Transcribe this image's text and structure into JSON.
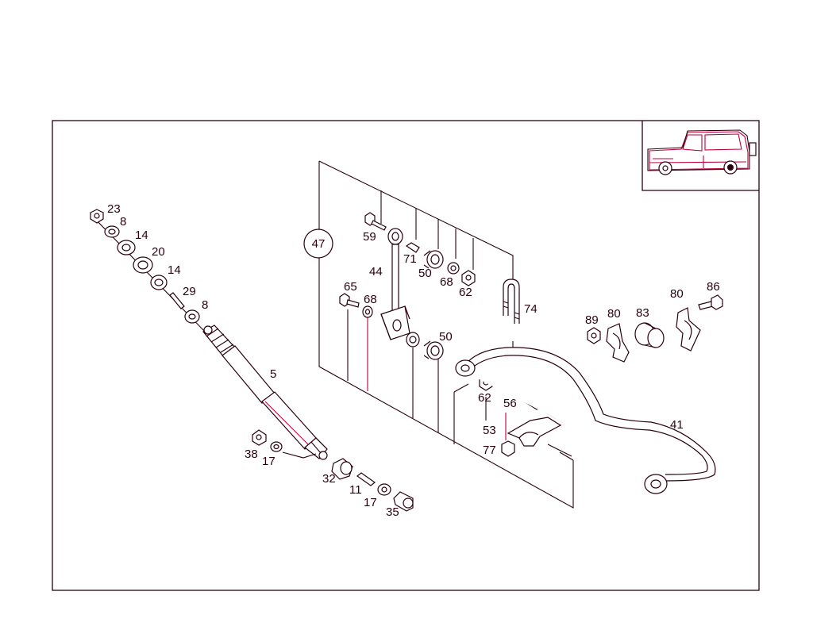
{
  "colors": {
    "ink": "#2a0010",
    "accent": "#c0003a",
    "background": "#ffffff"
  },
  "group_label": "47",
  "inset": {
    "icon": "vehicle-icon"
  },
  "labels": {
    "l23": "23",
    "l8a": "8",
    "l14a": "14",
    "l20": "20",
    "l14b": "14",
    "l29": "29",
    "l8b": "8",
    "l5": "5",
    "l38": "38",
    "l17a": "17",
    "l32": "32",
    "l11": "11",
    "l17b": "17",
    "l35": "35",
    "l59": "59",
    "l71": "71",
    "l50a": "50",
    "l68a": "68",
    "l62a": "62",
    "l44": "44",
    "l65": "65",
    "l68b": "68",
    "l50b": "50",
    "l74": "74",
    "l62b": "62",
    "l56": "56",
    "l53": "53",
    "l77": "77",
    "l41": "41",
    "l89": "89",
    "l80a": "80",
    "l83": "83",
    "l80b": "80",
    "l86": "86"
  }
}
